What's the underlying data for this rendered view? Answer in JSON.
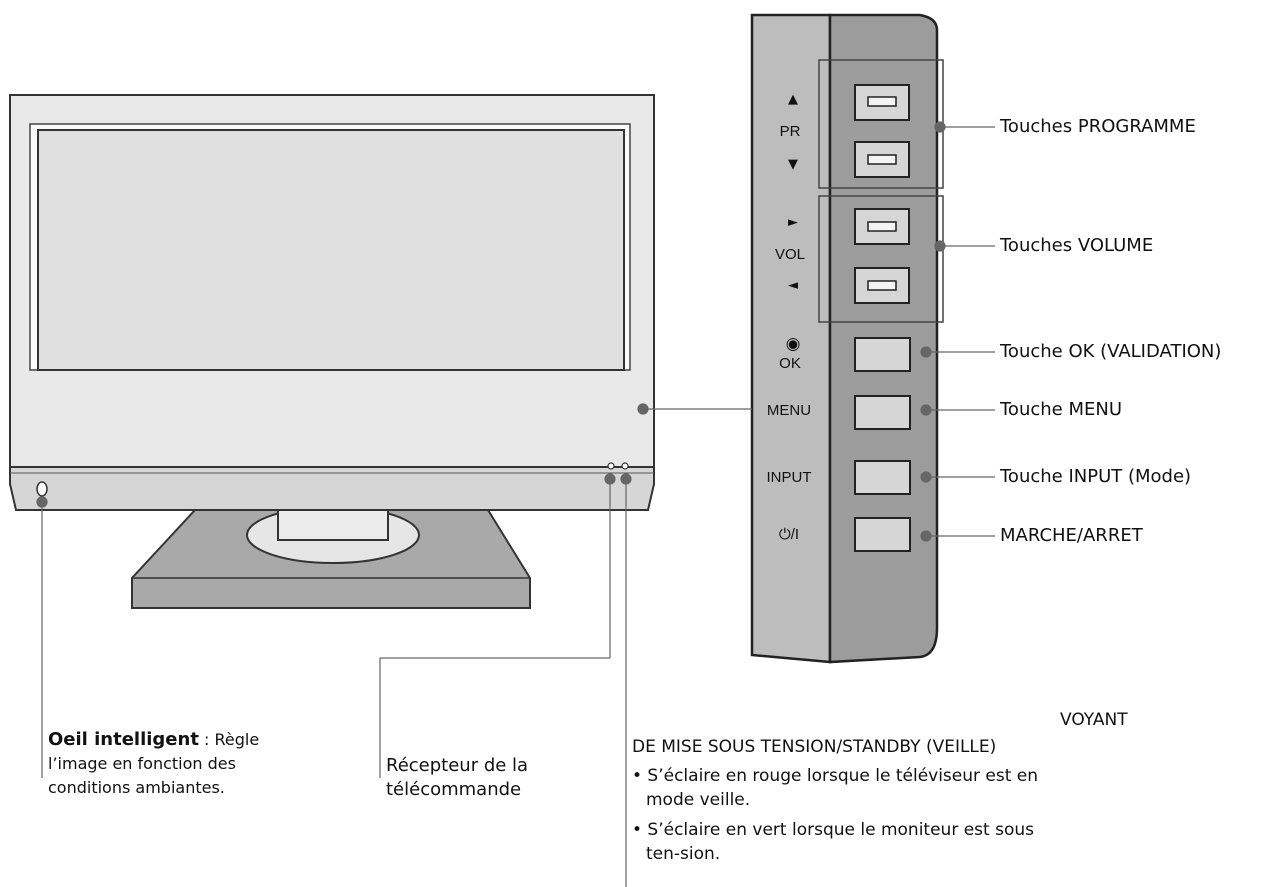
{
  "panel": {
    "pr_up": "▲",
    "pr_label": "PR",
    "pr_down": "▼",
    "vol_up": "►",
    "vol_label": "VOL",
    "vol_down": "◄",
    "ok_symbol": "◉",
    "ok_label": "OK",
    "menu_label": "MENU",
    "input_label": "INPUT",
    "power_label": "⏻/I"
  },
  "callouts": {
    "programme": "Touches PROGRAMME",
    "volume": "Touches VOLUME",
    "ok": "Touche OK (VALIDATION)",
    "menu": "Touche MENU",
    "input": "Touche INPUT (Mode)",
    "power": "MARCHE/ARRET"
  },
  "eye": {
    "title": "Oeil intelligent",
    "text_line1": " : Règle",
    "text_line2": "l’image en fonction des",
    "text_line3": "conditions ambiantes."
  },
  "receiver": {
    "line1": "Récepteur de la",
    "line2": "télécommande"
  },
  "indicator": {
    "heading1": "VOYANT",
    "heading2": "DE MISE SOUS TENSION/STANDBY (VEILLE)",
    "bullets": [
      "• S’éclaire en rouge lorsque le téléviseur est en mode veille.",
      "• S’éclaire en vert lorsque le moniteur est sous ten-sion."
    ]
  },
  "colors": {
    "panel_front": "#b9b9b9",
    "panel_side": "#9a9a9a",
    "tv_bezel": "#e8e8e8",
    "stand": "#a8a8a8",
    "line": "#666666"
  }
}
